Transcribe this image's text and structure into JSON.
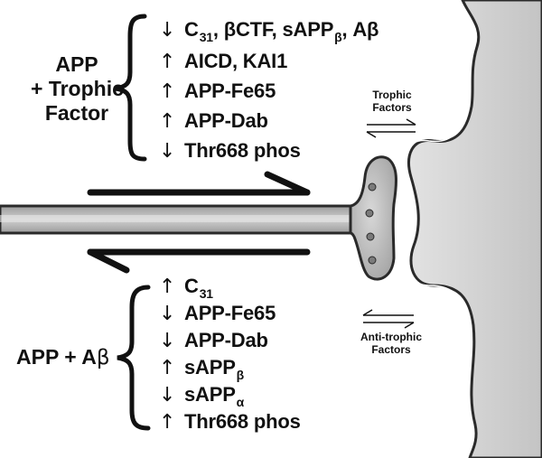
{
  "top_group": {
    "label_line1": "APP",
    "label_line2": "+ Trophic",
    "label_line3": "Factor",
    "items": [
      {
        "arrow": "↓",
        "text_main": "C",
        "sub1": "31",
        "text_mid": ",  βCTF, sAPP",
        "sub2": "β",
        "text_end": ", Aβ"
      },
      {
        "arrow": "↑",
        "text": "AICD, KAI1"
      },
      {
        "arrow": "↑",
        "text": "APP-Fe65"
      },
      {
        "arrow": "↑",
        "text": "APP-Dab"
      },
      {
        "arrow": "↓",
        "text": "Thr668 phos"
      }
    ]
  },
  "bottom_group": {
    "label_prefix": "APP + A",
    "label_beta": "β",
    "items": [
      {
        "arrow": "↑",
        "text": "C",
        "sub": "31"
      },
      {
        "arrow": "↓",
        "text": "APP-Fe65"
      },
      {
        "arrow": "↓",
        "text": "APP-Dab"
      },
      {
        "arrow": "↑",
        "text": "sAPP",
        "sub": "β"
      },
      {
        "arrow": "↓",
        "text": "sAPP",
        "sub": "α"
      },
      {
        "arrow": "↑",
        "text": "Thr668 phos"
      }
    ]
  },
  "trophic_label_line1": "Trophic",
  "trophic_label_line2": "Factors",
  "anti_trophic_label_line1": "Anti-trophic",
  "anti_trophic_label_line2": "Factors",
  "colors": {
    "ink": "#111111",
    "membrane_dark": "#2a2a2a",
    "cell_fill": "#d2d2d2",
    "axon_core": "#b9b9b9"
  }
}
